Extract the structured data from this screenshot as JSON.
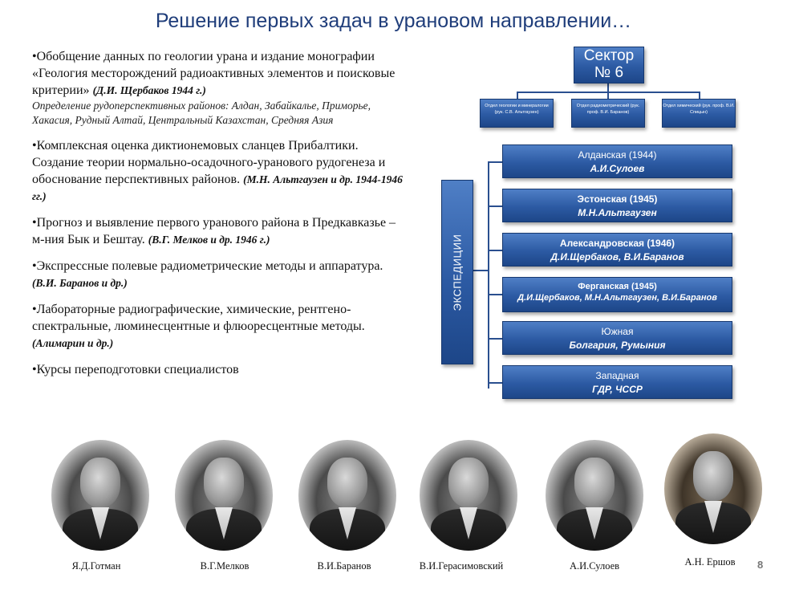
{
  "title": "Решение первых задач в урановом направлении…",
  "bullets": [
    {
      "text": "•Обобщение данных по геологии урана и издание монографии «Геология месторождений радиоактивных элементов и поисковые критерии»",
      "cite": "(Д.И. Щербаков 1944 г.)",
      "sub": "Определение рудоперспективных районов: Алдан, Забайкалье, Приморье, Хакасия, Рудный Алтай, Центральный Казахстан, Средняя Азия"
    },
    {
      "text": "•Комплексная оценка диктионемовых сланцев Прибалтики. Создание теории нормально-осадочного-уранового рудогенеза и обоснование перспективных районов.",
      "cite": "(М.Н. Альтгаузен и др. 1944-1946 гг.)",
      "sub": ""
    },
    {
      "text": "•Прогноз и выявление первого уранового района в Предкавказье – м-ния Бык и Бештау.",
      "cite": "(В.Г. Мелков и др. 1946 г.)",
      "sub": ""
    },
    {
      "text": "•Экспрессные полевые радиометрические методы и аппаратура.",
      "cite": "(В.И. Баранов и др.)",
      "sub": ""
    },
    {
      "text": "•Лабораторные радиографические, химические, рентгено-спектральные, люминесцентные и флюоресцентные методы.",
      "cite": "(Алимарин и др.)",
      "sub": ""
    },
    {
      "text": "•Курсы переподготовки специалистов",
      "cite": "",
      "sub": ""
    }
  ],
  "org": {
    "sector": "Сектор № 6",
    "departments": [
      "Отдел геологии и минералогии (рук. С.В. Альтгаузен)",
      "Отдел радиометрический (рук. проф. В.И. Баранов)",
      "Отдел химический (рук. проф. В.И. Спицын)"
    ],
    "expeditions_label": "ЭКСПЕДИЦИИ",
    "expeditions": [
      {
        "name": "Алданская (1944)",
        "members": "А.И.Сулоев"
      },
      {
        "name": "Эстонская (1945)",
        "members": "М.Н.Альтгаузен"
      },
      {
        "name": "Александровская (1946)",
        "members": "Д.И.Щербаков, В.И.Баранов"
      },
      {
        "name": "Ферганская (1945)",
        "members": "Д.И.Щербаков, М.Н.Альтгаузен, В.И.Баранов"
      },
      {
        "name": "Южная",
        "members": "Болгария, Румыния"
      },
      {
        "name": "Западная",
        "members": "ГДР, ЧССР"
      }
    ]
  },
  "people": [
    "Я.Д.Готман",
    "В.Г.Мелков",
    "В.И.Баранов",
    "В.И.Герасимовский",
    "А.И.Сулоев",
    "А.Н. Ершов"
  ],
  "page_number": "8"
}
